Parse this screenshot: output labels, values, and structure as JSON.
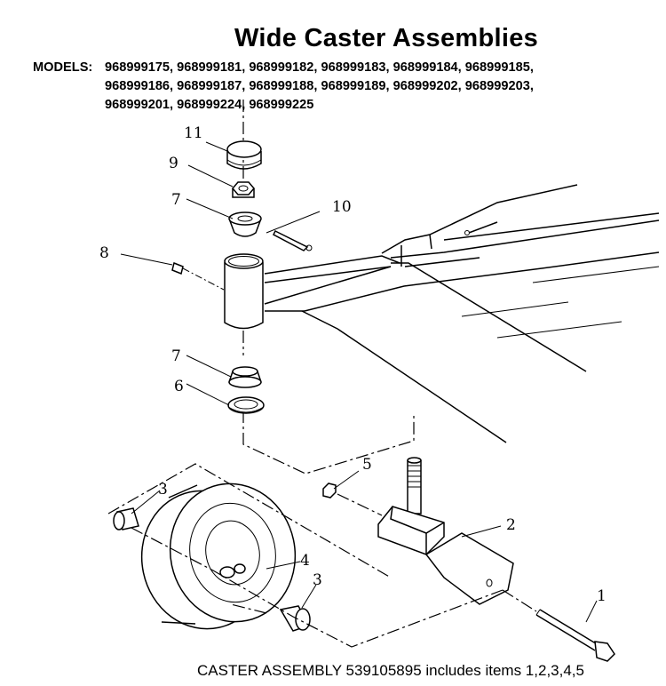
{
  "title": "Wide Caster Assemblies",
  "models": {
    "label": "MODELS:",
    "line1": "968999175, 968999181, 968999182, 968999183, 968999184, 968999185,",
    "line2": "968999186, 968999187,  968999188, 968999189, 968999202, 968999203,",
    "line3": "968999201, 968999224, 968999225"
  },
  "callouts": [
    "11",
    "9",
    "7",
    "10",
    "8",
    "7",
    "6",
    "5",
    "2",
    "3",
    "4",
    "3",
    "1"
  ],
  "footer": "CASTER ASSEMBLY 539105895 includes items 1,2,3,4,5"
}
